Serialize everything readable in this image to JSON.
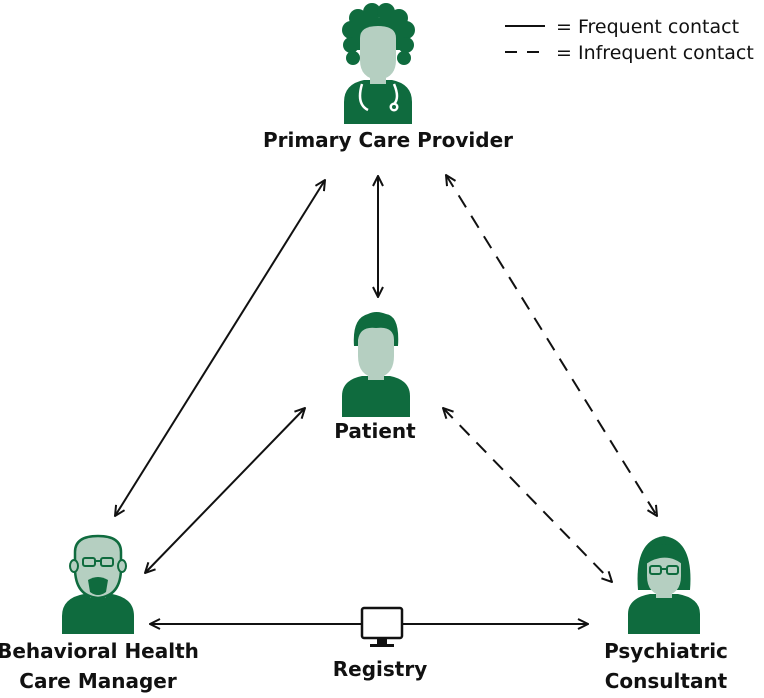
{
  "legend": {
    "frequent": "= Frequent contact",
    "infrequent": "= Infrequent contact"
  },
  "nodes": {
    "pcp": "Primary Care Provider",
    "patient": "Patient",
    "bhcm_line1": "Behavioral Health",
    "bhcm_line2": "Care Manager",
    "psych_line1": "Psychiatric",
    "psych_line2": "Consultant",
    "registry": "Registry"
  },
  "colors": {
    "dark_green": "#0f6b3e",
    "light_green": "#b5cfc1",
    "line": "#111111"
  },
  "icons": {
    "pcp": "doctor-with-stethoscope-icon",
    "patient": "person-icon",
    "bhcm": "bald-man-with-glasses-icon",
    "psych": "woman-with-glasses-icon",
    "registry": "computer-monitor-icon"
  }
}
